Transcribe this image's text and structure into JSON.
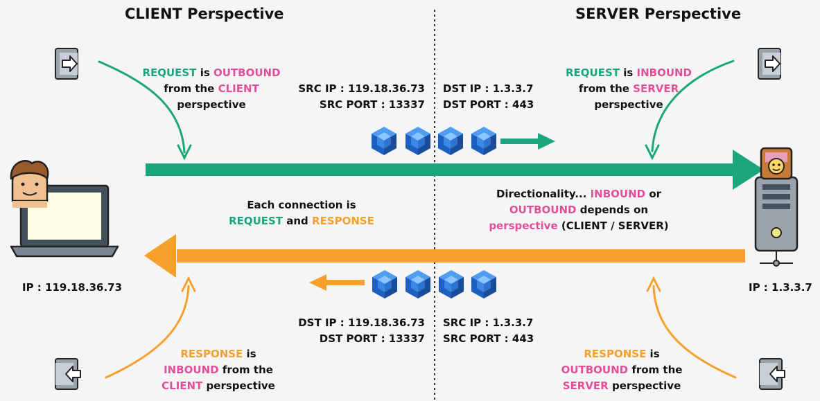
{
  "titles": {
    "client": "CLIENT Perspective",
    "server": "SERVER Perspective"
  },
  "client_request": {
    "l1a": "REQUEST",
    "l1b": " is ",
    "l1c": "OUTBOUND",
    "l2a": "from the ",
    "l2b": "CLIENT",
    "l3": "perspective"
  },
  "server_request": {
    "l1a": "REQUEST",
    "l1b": " is ",
    "l1c": "INBOUND",
    "l2a": "from the ",
    "l2b": "SERVER",
    "l3": "perspective"
  },
  "client_response": {
    "l1a": "RESPONSE",
    "l1b": " is",
    "l2a": "INBOUND",
    "l2b": " from the",
    "l3a": "CLIENT",
    "l3b": " perspective"
  },
  "server_response": {
    "l1a": "RESPONSE",
    "l1b": " is",
    "l2a": "OUTBOUND",
    "l2b": " from the",
    "l3a": "SERVER",
    "l3b": " perspective"
  },
  "request_packet": {
    "src_ip": "SRC IP : 119.18.36.73",
    "src_port": "SRC PORT : 13337",
    "dst_ip": "DST IP : 1.3.3.7",
    "dst_port": "DST PORT : 443"
  },
  "response_packet": {
    "dst_ip": "DST IP : 119.18.36.73",
    "dst_port": "DST PORT : 13337",
    "src_ip": "SRC IP : 1.3.3.7",
    "src_port": "SRC PORT : 443"
  },
  "connection_note": {
    "l1": "Each connection is",
    "l2a": "REQUEST",
    "l2b": " and ",
    "l2c": "RESPONSE"
  },
  "direction_note": {
    "l1a": "Directionality... ",
    "l1b": "INBOUND",
    "l1c": " or",
    "l2a": "OUTBOUND",
    "l2b": " depends on",
    "l3a": "perspective",
    "l3b": " (CLIENT / SERVER)"
  },
  "client_ip": "IP : 119.18.36.73",
  "server_ip": "IP : 1.3.3.7",
  "colors": {
    "request": "#1aa57d",
    "response": "#f5a02a",
    "highlight": "#e0509a",
    "packet": "#1f6fd1"
  },
  "icons": {
    "client_top": "sign-in-icon",
    "server_top": "sign-in-icon",
    "client_bottom": "sign-out-icon",
    "server_bottom": "sign-out-icon",
    "client": "laptop-user-icon",
    "server": "server-tower-icon",
    "packet": "cube-icon"
  }
}
